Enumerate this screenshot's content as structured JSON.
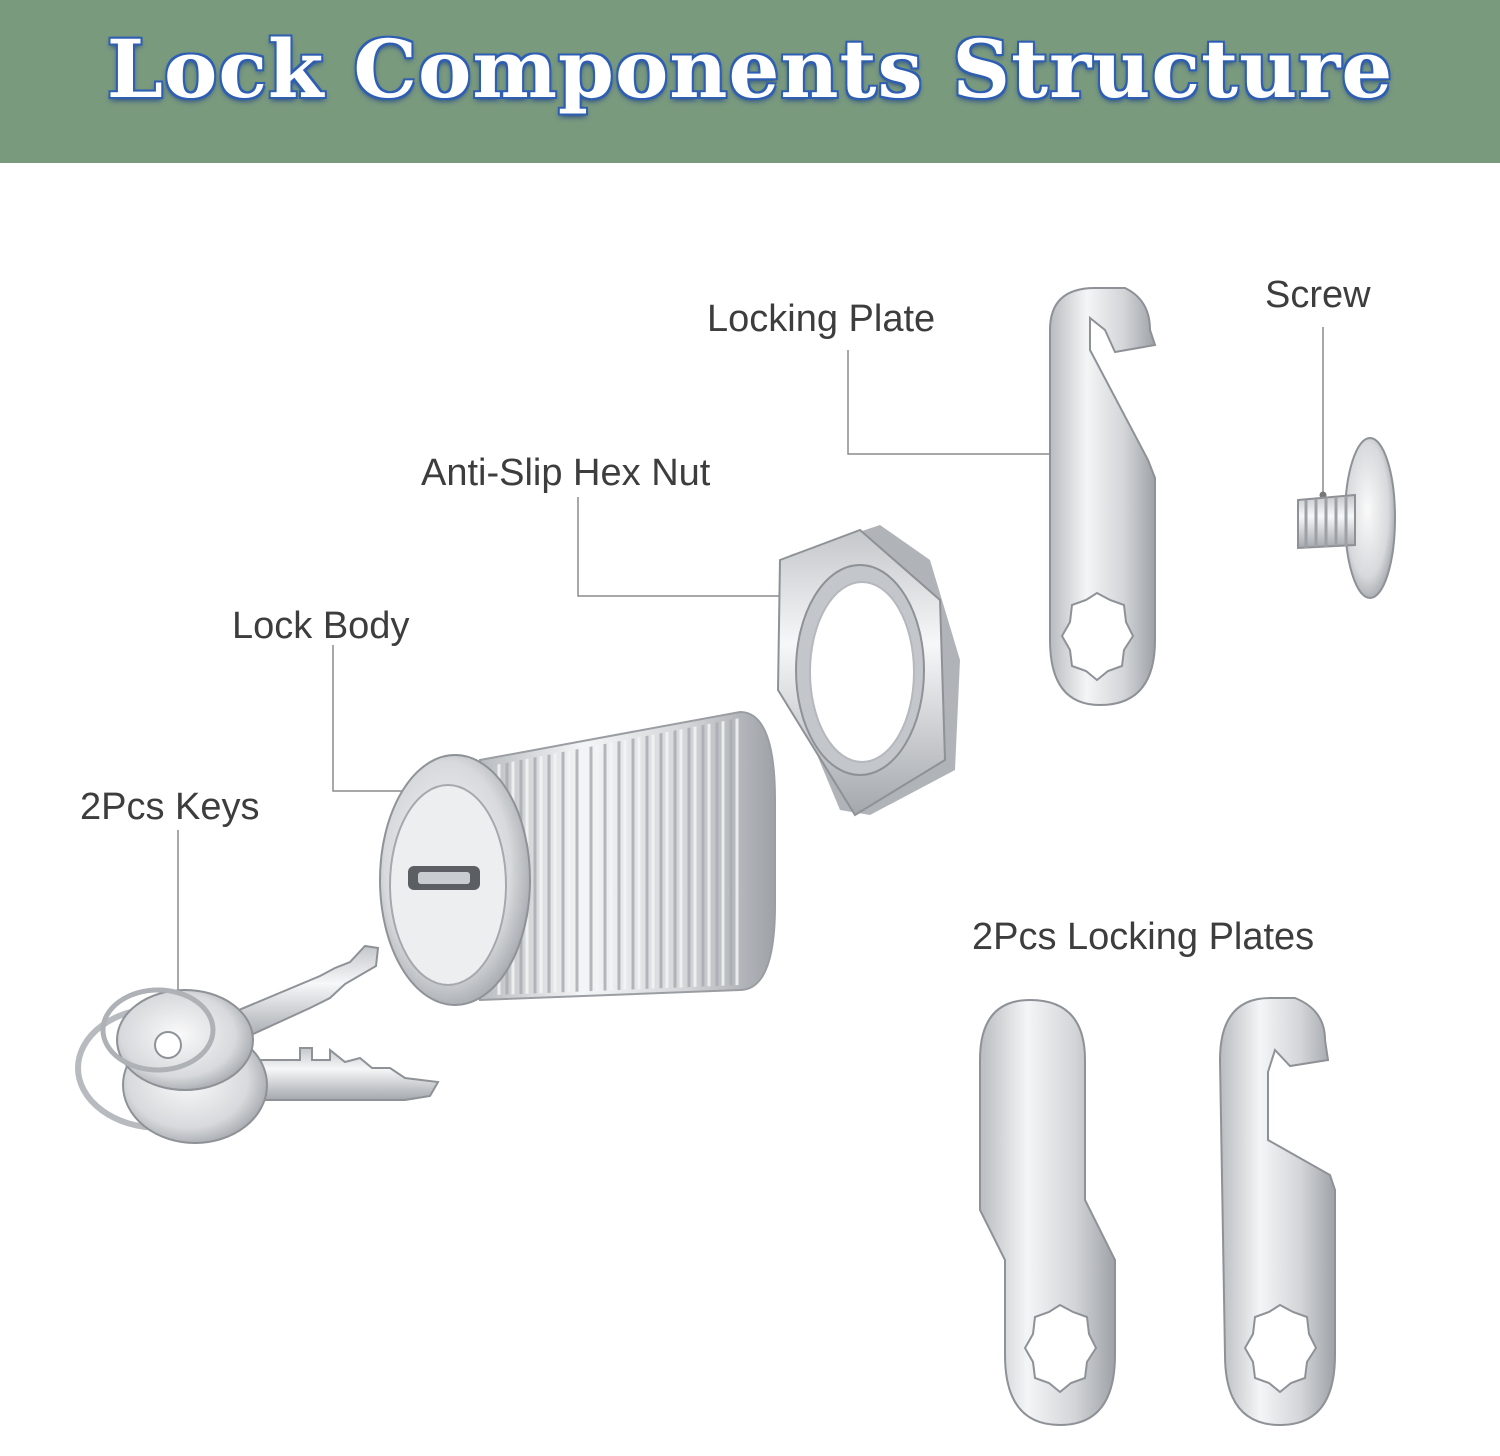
{
  "header": {
    "title": "Lock Components Structure",
    "background": "#7a9a7e",
    "title_color": "#ffffff",
    "title_outline": "#2f5fb3"
  },
  "labels": {
    "locking_plate": "Locking Plate",
    "screw": "Screw",
    "hex_nut": "Anti-Slip Hex Nut",
    "lock_body": "Lock Body",
    "keys": "2Pcs Keys",
    "locking_plates_pair": "2Pcs Locking Plates"
  },
  "leader_line_color": "#8c8c8c"
}
